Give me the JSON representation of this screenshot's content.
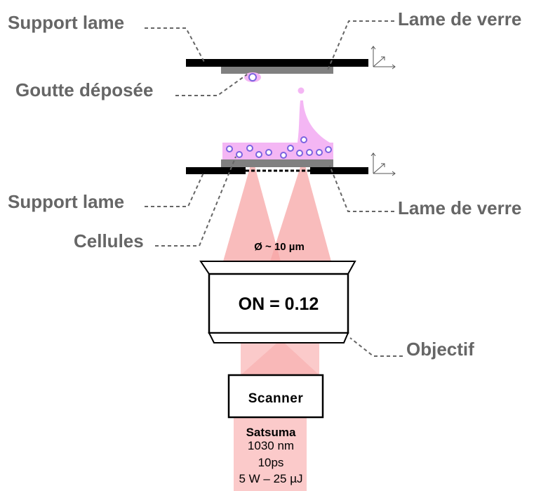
{
  "labels": {
    "support_top": "Support lame",
    "lame_top": "Lame de verre",
    "goutte": "Goutte déposée",
    "support_bottom": "Support lame",
    "lame_bottom": "Lame de verre",
    "cellules": "Cellules",
    "objectif": "Objectif"
  },
  "spot": "Ø ~ 10 µm",
  "objective": {
    "na_label": "ON = 0.12"
  },
  "scanner": {
    "label": "Scanner"
  },
  "laser": {
    "name": "Satsuma",
    "wavelength": "1030 nm",
    "pulse": "10ps",
    "specs": "5 W – 25 µJ"
  },
  "colors": {
    "beam": "#f7a6a6",
    "beam_light": "#fbcaca",
    "droplet": "#f4b6f4",
    "cell_stroke": "#7b63e0",
    "slide": "#808080",
    "support": "#000000"
  }
}
